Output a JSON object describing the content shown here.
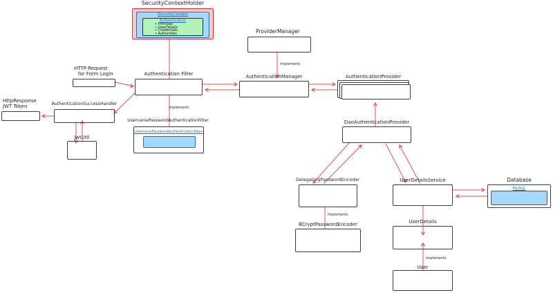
{
  "diagram": {
    "security_context_holder": {
      "title": "SecurityContextHolder",
      "context_label": "SecurityContext",
      "authentication_label": "Authentication",
      "bullets": [
        "Principal",
        "UserDetails",
        "Credentials",
        "Authorities"
      ]
    },
    "provider_manager": {
      "label": "ProviderManager"
    },
    "authentication_manager": {
      "label": "AuthenticationManager"
    },
    "authentication_provider": {
      "label": "AuthenticationProvider"
    },
    "authentication_filter": {
      "label": "Authentication Filter"
    },
    "http_request": {
      "label_line1": "HTTP Request",
      "label_line2": "for Form Login"
    },
    "http_response": {
      "label_line1": "HttpResponse",
      "label_line2": "JWT Token"
    },
    "authentication_success_handler": {
      "label": "AuthenticationSuccessHandler"
    },
    "jwt_util": {
      "label": "JwtUtil"
    },
    "username_password_authentication_filter": {
      "label": "UsernamePasswordAuthenticationFilter",
      "token_label": "UsernamePasswordAuthenticationToken"
    },
    "dao_authentication_provider": {
      "label": "DaoAuthenticationProvider"
    },
    "delegating_password_encoder": {
      "label": "DelegatingPasswordEncoder"
    },
    "bcrypt_password_encoder": {
      "label": "BCryptPasswordEncoder"
    },
    "user_details_service": {
      "label": "UserDetailsService"
    },
    "user_details": {
      "label": "UserDetails"
    },
    "user": {
      "label": "User"
    },
    "database": {
      "label": "Database",
      "db_label": "MySQL"
    },
    "edge_labels": {
      "pm_implements": "implements",
      "upaf_implements": "implements",
      "bcrypt_implements": "implements",
      "user_implements": "implements"
    },
    "colors": {
      "arrow": "#e03131",
      "pink_fill": "#ffc9c9",
      "blue_fill": "#a5d8ff",
      "green_fill": "#b2f2bb",
      "blue_text": "#1971c2",
      "stroke": "#1e1e1e"
    }
  }
}
